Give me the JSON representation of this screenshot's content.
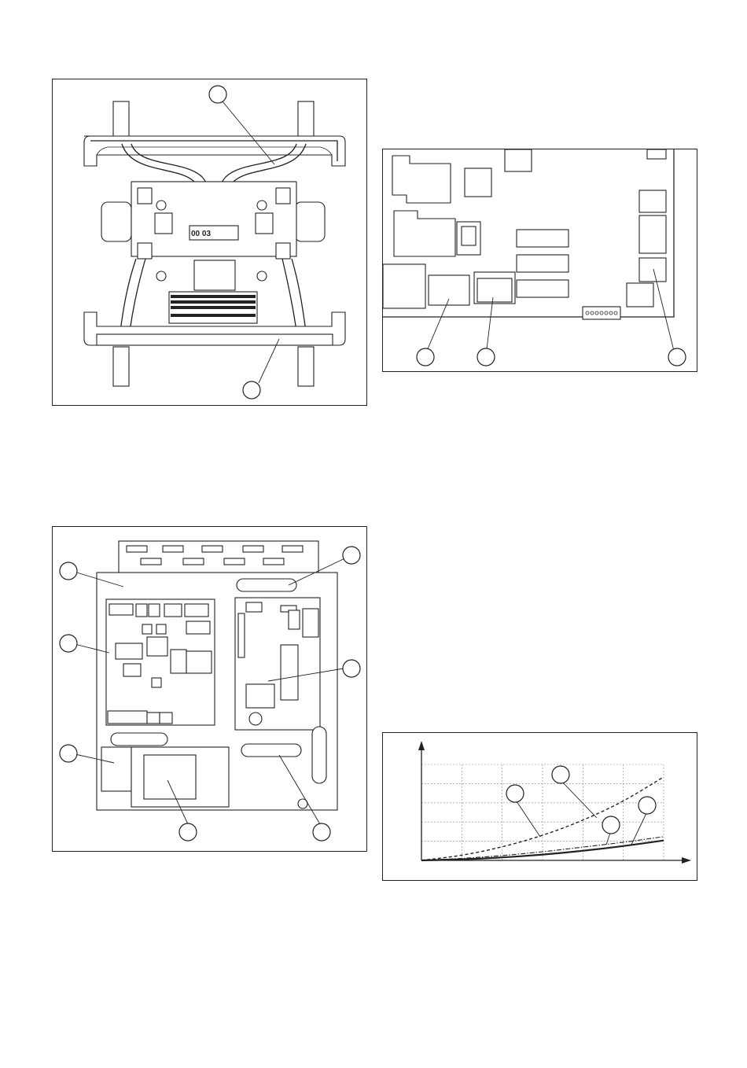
{
  "figures": [
    {
      "id": "valves",
      "description_free": true,
      "printed_label": "00 03"
    },
    {
      "id": "pcb"
    },
    {
      "id": "boards"
    },
    {
      "id": "curves"
    }
  ],
  "chart_data": {
    "type": "line",
    "title": "",
    "xlabel": "",
    "ylabel": "",
    "grid": true,
    "x": [
      0,
      1,
      2,
      3,
      4,
      5,
      6
    ],
    "series": [
      {
        "values": [
          0.0,
          0.25,
          0.7,
          1.3,
          2.1,
          3.1,
          4.4
        ]
      },
      {
        "values": [
          0.0,
          0.1,
          0.25,
          0.45,
          0.7,
          0.95,
          1.25
        ]
      },
      {
        "values": [
          0.0,
          0.05,
          0.15,
          0.3,
          0.5,
          0.75,
          1.05
        ]
      }
    ]
  },
  "colors": {
    "line": "#222222",
    "grid": "#888888"
  }
}
